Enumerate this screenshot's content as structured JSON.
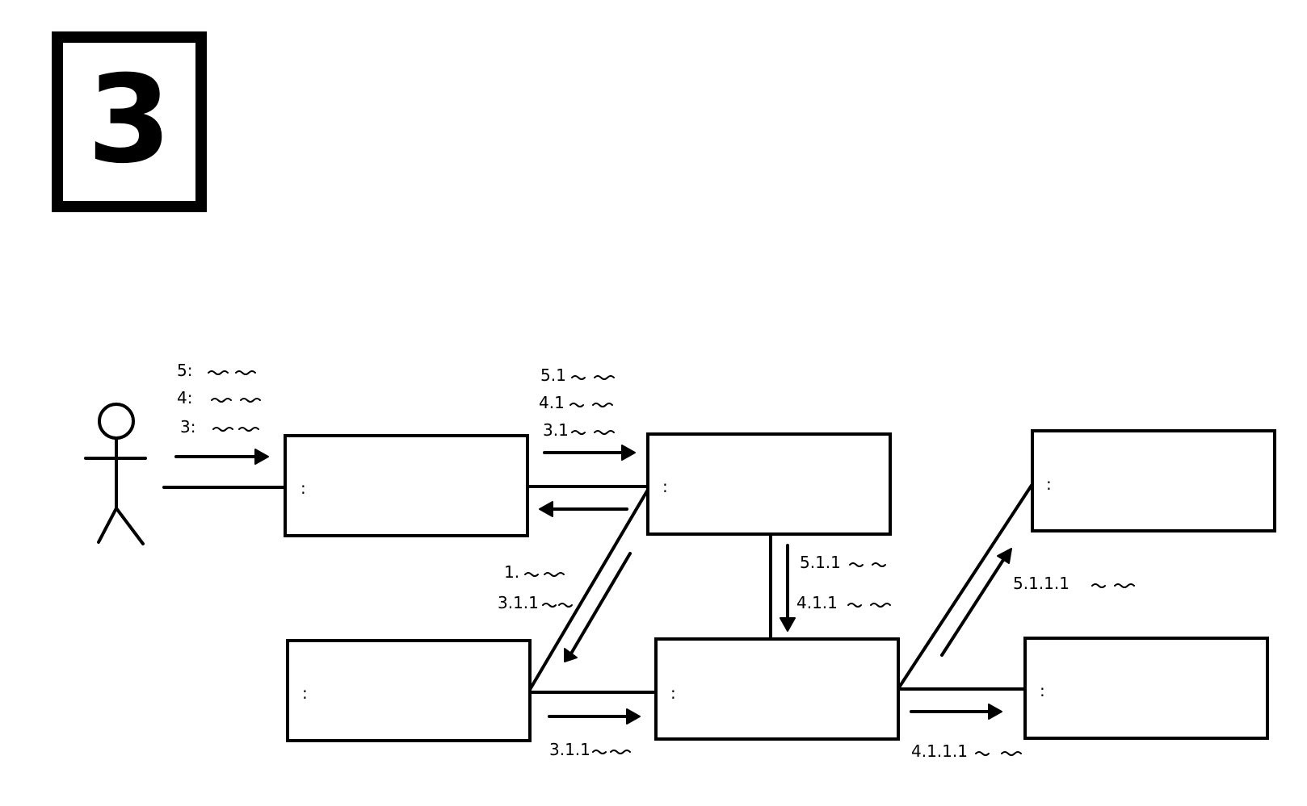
{
  "badge": {
    "number": "3"
  },
  "labels": {
    "actor_to_obj1": {
      "m5": "5:",
      "m4": "4:",
      "m3": "3:"
    },
    "obj1_to_obj2": {
      "m5": "5.1",
      "m4": "4.1",
      "m3": "3.1"
    },
    "obj2_to_obj3": {
      "m1": "1.",
      "m311": "3.1.1"
    },
    "obj2_to_obj4": {
      "m511": "5.1.1",
      "m411": "4.1.1"
    },
    "obj3_to_obj4": {
      "m311": "3.1.1"
    },
    "obj4_to_obj5": {
      "m5111": "5.1.1.1"
    },
    "obj4_to_obj6": {
      "m4111": "4.1.1.1"
    }
  },
  "objects": [
    {
      "id": "obj1",
      "marker": ":"
    },
    {
      "id": "obj2",
      "marker": ":"
    },
    {
      "id": "obj3",
      "marker": ":"
    },
    {
      "id": "obj4",
      "marker": ":"
    },
    {
      "id": "obj5",
      "marker": ":"
    },
    {
      "id": "obj6",
      "marker": ":"
    }
  ]
}
